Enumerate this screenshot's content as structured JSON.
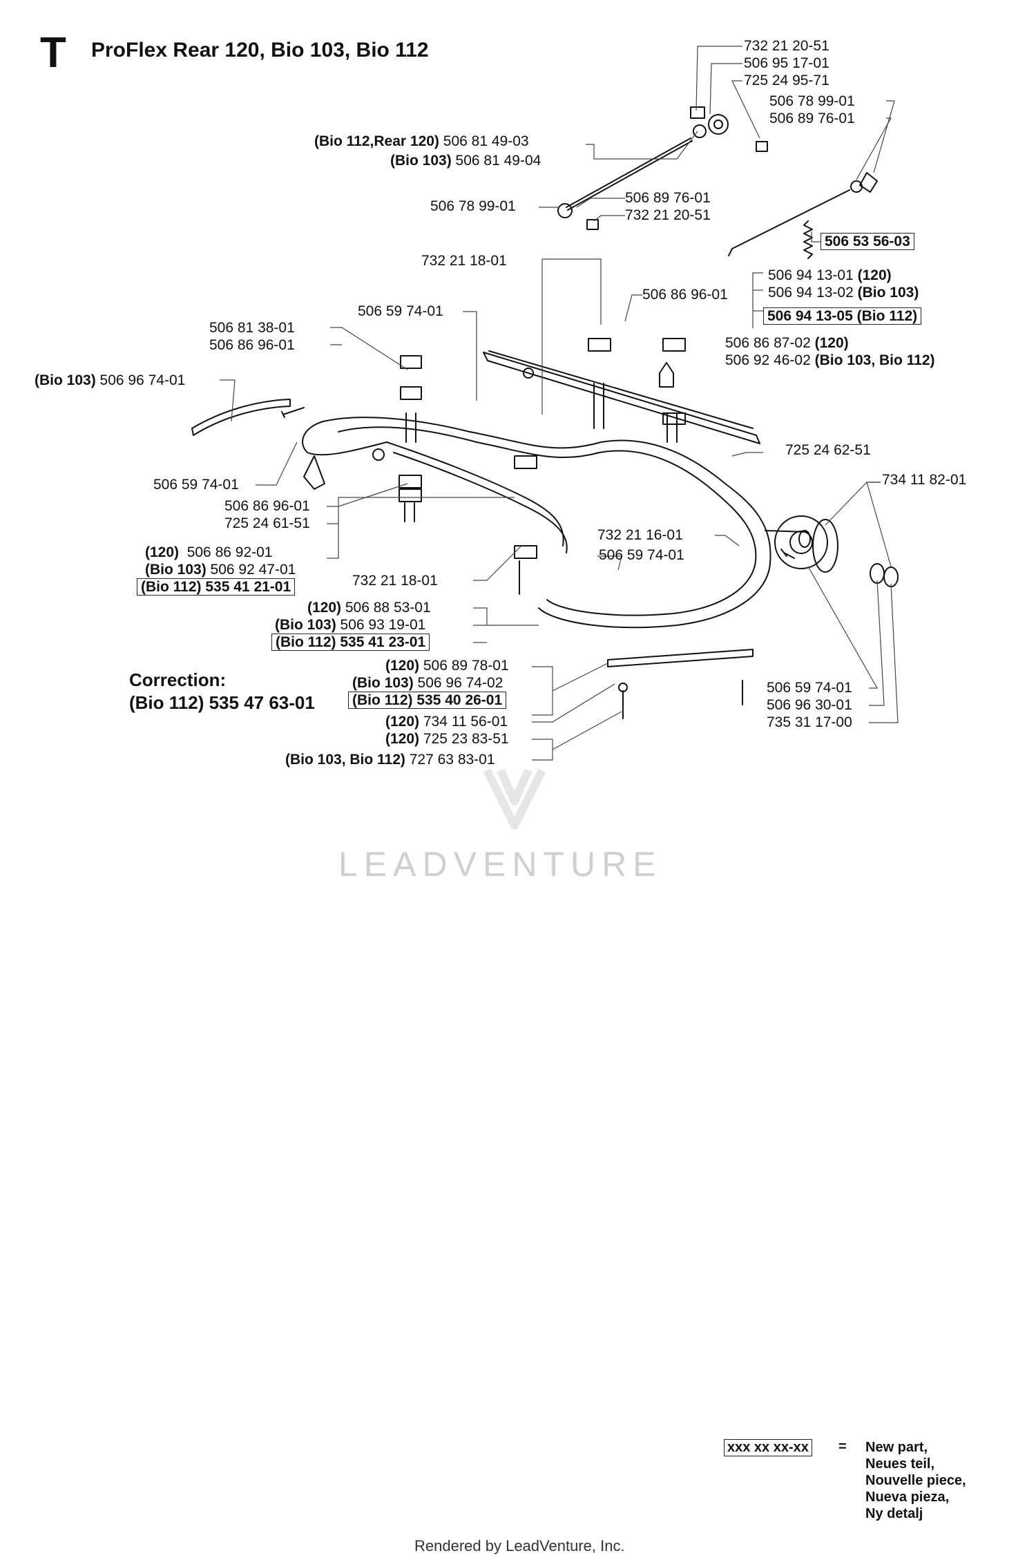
{
  "header": {
    "section_letter": "T",
    "title": "ProFlex Rear 120, Bio 103, Bio 112"
  },
  "labels": [
    {
      "id": "a1",
      "prefix": "",
      "part": "732 21 20-51"
    },
    {
      "id": "a2",
      "prefix": "",
      "part": "506 95 17-01"
    },
    {
      "id": "a3",
      "prefix": "",
      "part": "725 24 95-71"
    },
    {
      "id": "a4",
      "prefix": "",
      "part": "506 78 99-01"
    },
    {
      "id": "a5",
      "prefix": "",
      "part": "506 89 76-01"
    },
    {
      "id": "b1",
      "prefix": "(Bio 112,Rear 120)",
      "part": "506 81 49-03"
    },
    {
      "id": "b2",
      "prefix": "(Bio 103)",
      "part": "506 81 49-04"
    },
    {
      "id": "c1",
      "prefix": "",
      "part": "506 89 76-01"
    },
    {
      "id": "c2",
      "prefix": "",
      "part": "506 78 99-01"
    },
    {
      "id": "c3",
      "prefix": "",
      "part": "732 21 20-51"
    },
    {
      "id": "d1",
      "prefix": "",
      "part": "506 53 56-03",
      "boxed": true
    },
    {
      "id": "d2",
      "prefix": "",
      "part": "732 21 18-01"
    },
    {
      "id": "e1",
      "prefix": "",
      "part": "506 94 13-01",
      "suffix": "(120)"
    },
    {
      "id": "e2",
      "prefix": "",
      "part": "506 94 13-02",
      "suffix": "(Bio 103)"
    },
    {
      "id": "e3",
      "prefix": "",
      "part": "506 94 13-05 (Bio 112)",
      "boxed": true
    },
    {
      "id": "f1",
      "prefix": "",
      "part": "506 86 96-01"
    },
    {
      "id": "f2",
      "prefix": "",
      "part": "506 59 74-01"
    },
    {
      "id": "g1",
      "prefix": "",
      "part": "506 81 38-01"
    },
    {
      "id": "g2",
      "prefix": "",
      "part": "506 86 96-01"
    },
    {
      "id": "h1",
      "prefix": "",
      "part": "506 86 87-02",
      "suffix": "(120)"
    },
    {
      "id": "h2",
      "prefix": "",
      "part": "506 92 46-02",
      "suffix": "(Bio 103, Bio 112)"
    },
    {
      "id": "i1",
      "prefix": "(Bio 103)",
      "part": "506 96 74-01"
    },
    {
      "id": "j1",
      "prefix": "",
      "part": "725 24 62-51"
    },
    {
      "id": "j2",
      "prefix": "",
      "part": "734 11 82-01"
    },
    {
      "id": "k1",
      "prefix": "",
      "part": "506 59 74-01"
    },
    {
      "id": "k2",
      "prefix": "",
      "part": "506 86 96-01"
    },
    {
      "id": "k3",
      "prefix": "",
      "part": "725 24 61-51"
    },
    {
      "id": "l1",
      "prefix": "(120)",
      "part": "506 86 92-01"
    },
    {
      "id": "l2",
      "prefix": "(Bio 103)",
      "part": "506 92 47-01"
    },
    {
      "id": "l3",
      "prefix": "(Bio 112)",
      "part": "535 41 21-01",
      "boxed": true
    },
    {
      "id": "m1",
      "prefix": "",
      "part": "732 21 16-01"
    },
    {
      "id": "m2",
      "prefix": "",
      "part": "506 59 74-01"
    },
    {
      "id": "m3",
      "prefix": "",
      "part": "732 21 18-01"
    },
    {
      "id": "n1",
      "prefix": "(120)",
      "part": "506 88 53-01"
    },
    {
      "id": "n2",
      "prefix": "(Bio 103)",
      "part": "506 93 19-01"
    },
    {
      "id": "n3",
      "prefix": "(Bio 112)",
      "part": "535 41 23-01",
      "boxed": true
    },
    {
      "id": "o1",
      "prefix": "(120)",
      "part": "506 89 78-01"
    },
    {
      "id": "o2",
      "prefix": "(Bio 103)",
      "part": "506 96 74-02"
    },
    {
      "id": "o3",
      "prefix": "(Bio 112)",
      "part": "535 40 26-01",
      "boxed": true
    },
    {
      "id": "o4",
      "prefix": "(120)",
      "part": "734 11 56-01"
    },
    {
      "id": "o5",
      "prefix": "(120)",
      "part": "725 23 83-51"
    },
    {
      "id": "o6",
      "prefix": "(Bio 103, Bio 112)",
      "part": "727 63 83-01"
    },
    {
      "id": "p1",
      "prefix": "",
      "part": "506 59 74-01"
    },
    {
      "id": "p2",
      "prefix": "",
      "part": "506 96 30-01"
    },
    {
      "id": "p3",
      "prefix": "",
      "part": "735 31 17-00"
    }
  ],
  "correction": {
    "line1": "Correction:",
    "line2": "(Bio 112) 535 47 63-01"
  },
  "legend": {
    "sample": "xxx xx xx-xx",
    "equals": "=",
    "meanings": [
      "New part,",
      "Neues teil,",
      "Nouvelle piece,",
      "Nueva pieza,",
      "Ny detalj"
    ]
  },
  "watermark": "LEADVENTURE",
  "footer": "Rendered by LeadVenture, Inc."
}
